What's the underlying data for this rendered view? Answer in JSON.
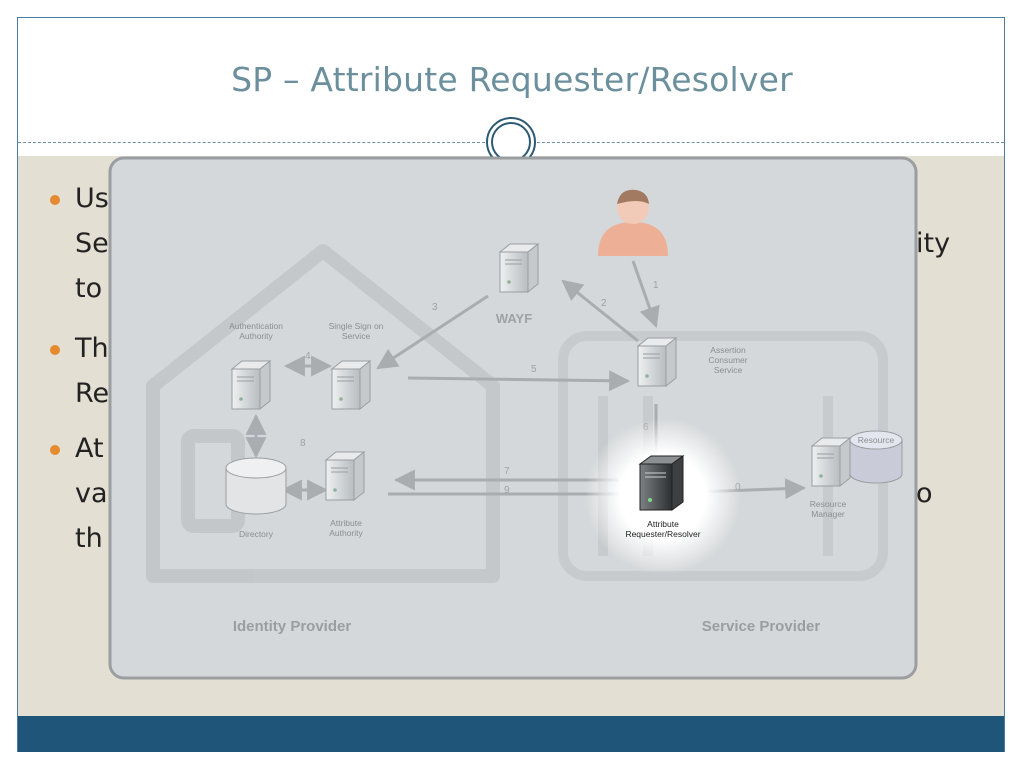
{
  "slide": {
    "title": "SP – Attribute Requester/Resolver",
    "bullets": [
      {
        "line1": "Us",
        "line2": "Se",
        "line3": "to",
        "trail": "ity"
      },
      {
        "line1": "Th",
        "line2": "Re"
      },
      {
        "line1": "At",
        "line2": "va",
        "line3": "th",
        "trail": "o"
      }
    ]
  },
  "diagram": {
    "nodes": {
      "authn_authority": "Authentication\nAuthority",
      "sso": "Single Sign on\nService",
      "wayf": "WAYF",
      "acs": "Assertion\nConsumer\nService",
      "directory": "Directory",
      "attr_authority": "Attribute\nAuthority",
      "attr_resolver": "Attribute\nRequester/Resolver",
      "resource_manager": "Resource\nManager",
      "resource": "Resource"
    },
    "steps": [
      "1",
      "2",
      "3",
      "4",
      "5",
      "6",
      "7",
      "8",
      "9",
      "0"
    ],
    "regions": {
      "idp": "Identity Provider",
      "sp": "Service Provider"
    },
    "colors": {
      "panel": "#d5d8da",
      "panel_border": "#9a9ea1",
      "arrow": "#a9adb0",
      "label": "#7e8285",
      "bullet": "#e58a2e",
      "footer": "#1f5578"
    }
  }
}
